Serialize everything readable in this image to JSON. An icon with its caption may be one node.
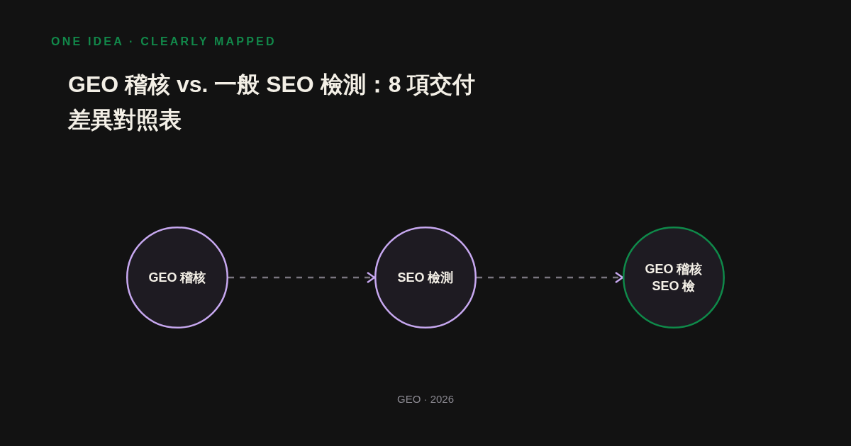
{
  "diagram": {
    "title": "GEO 稽核 vs. 一般 SEO 檢測：8 項交付差異對照表",
    "nodes": [
      {
        "text": [
          "GEO 稽核"
        ]
      },
      {
        "text": [
          "SEO 檢測"
        ]
      },
      {
        "text": [
          "GEO 稽核 SEO 檢"
        ]
      }
    ],
    "edges": [
      {
        "from": 0,
        "to": 1,
        "arrow": "to",
        "style": "dashed"
      },
      {
        "from": 1,
        "to": 2,
        "arrow": "to",
        "style": "dashed"
      }
    ],
    "labels": [
      "ONE IDEA · CLEARLY MAPPED",
      "GEO · 2026"
    ]
  }
}
